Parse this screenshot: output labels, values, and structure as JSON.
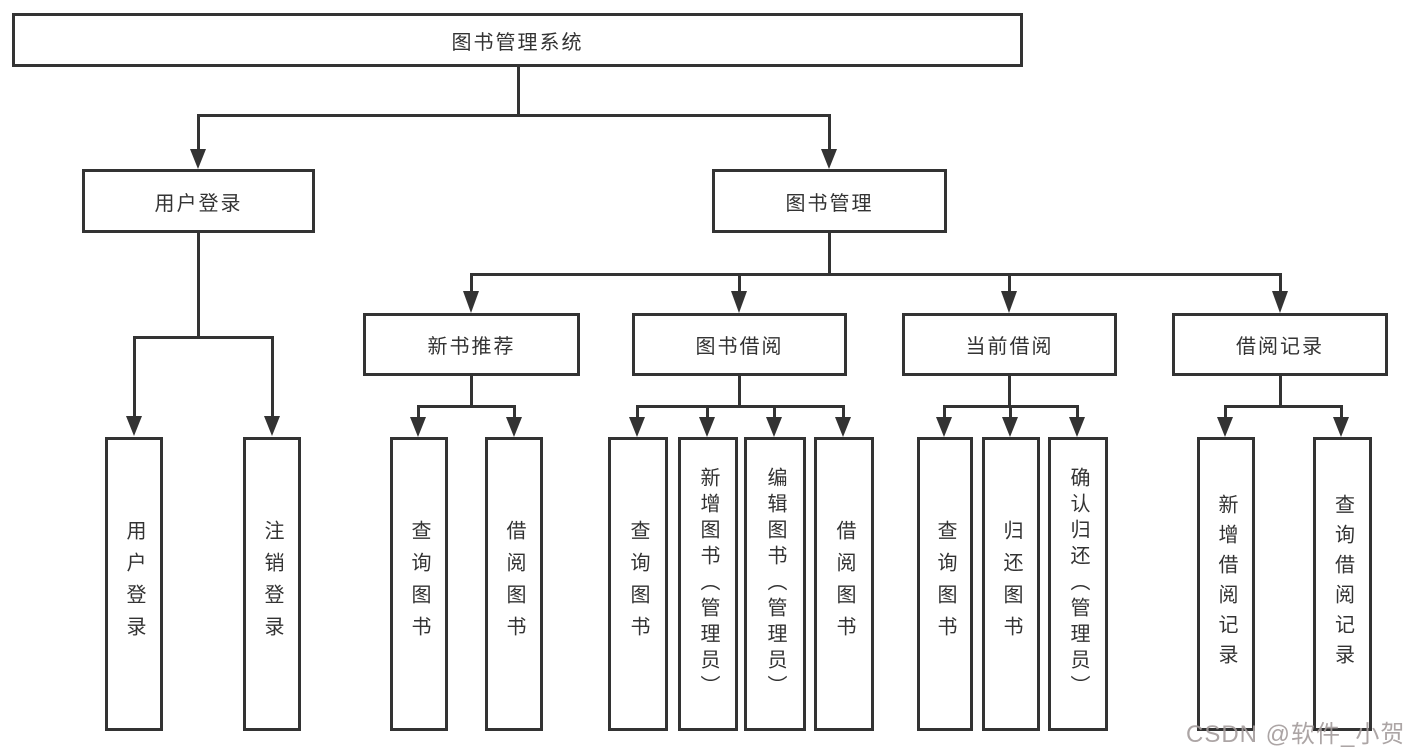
{
  "style": {
    "background": "#ffffff",
    "line_color": "#333333",
    "box_border_color": "#333333",
    "box_fill": "#ffffff",
    "text_color": "#333333",
    "watermark_color": "#a49c9c"
  },
  "diagram": {
    "root": {
      "label": "图书管理系统"
    },
    "level2": [
      {
        "label": "用户登录",
        "parent": "图书管理系统"
      },
      {
        "label": "图书管理",
        "parent": "图书管理系统"
      }
    ],
    "level3": [
      {
        "label": "新书推荐",
        "parent": "图书管理"
      },
      {
        "label": "图书借阅",
        "parent": "图书管理"
      },
      {
        "label": "当前借阅",
        "parent": "图书管理"
      },
      {
        "label": "借阅记录",
        "parent": "图书管理"
      }
    ],
    "leaves": [
      {
        "label": "用户登录",
        "parent": "用户登录"
      },
      {
        "label": "注销登录",
        "parent": "用户登录"
      },
      {
        "label": "查询图书",
        "parent": "新书推荐"
      },
      {
        "label": "借阅图书",
        "parent": "新书推荐"
      },
      {
        "label": "查询图书",
        "parent": "图书借阅"
      },
      {
        "label": "新增图书（管理员）",
        "parent": "图书借阅"
      },
      {
        "label": "编辑图书（管理员）",
        "parent": "图书借阅"
      },
      {
        "label": "借阅图书",
        "parent": "图书借阅"
      },
      {
        "label": "查询图书",
        "parent": "当前借阅"
      },
      {
        "label": "归还图书",
        "parent": "当前借阅"
      },
      {
        "label": "确认归还（管理员）",
        "parent": "当前借阅"
      },
      {
        "label": "新增借阅记录",
        "parent": "借阅记录"
      },
      {
        "label": "查询借阅记录",
        "parent": "借阅记录"
      }
    ]
  },
  "watermark": {
    "text": "CSDN @软件_小贺同学",
    "color": "#a49c9c"
  }
}
